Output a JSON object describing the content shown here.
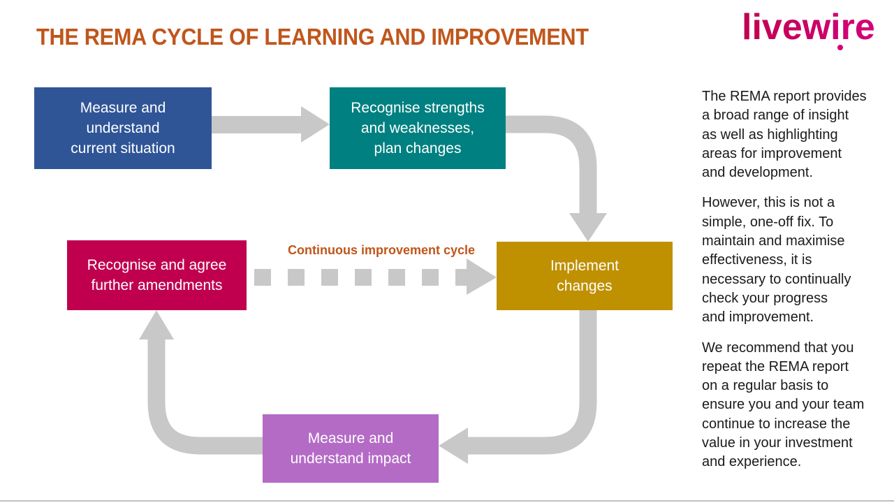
{
  "slide": {
    "title": "THE REMA CYCLE OF LEARNING AND IMPROVEMENT",
    "logo_text": "livewire",
    "colors": {
      "title": "#c0561b",
      "arrow": "#c8c8c8",
      "logo_gradient_start": "#c0004f",
      "logo_gradient_end": "#d4007a"
    }
  },
  "diagram": {
    "steps": [
      {
        "id": "measure",
        "lines": [
          "Measure and",
          "understand",
          "current situation"
        ],
        "color": "#2f5597"
      },
      {
        "id": "recognise",
        "lines": [
          "Recognise strengths",
          "and weaknesses,",
          "plan changes"
        ],
        "color": "#008080"
      },
      {
        "id": "implement",
        "lines": [
          "Implement",
          "changes"
        ],
        "color": "#bf9000"
      },
      {
        "id": "impact",
        "lines": [
          "Measure and",
          "understand impact"
        ],
        "color": "#b46bc6"
      },
      {
        "id": "amend",
        "lines": [
          "Recognise and agree",
          "further amendments"
        ],
        "color": "#c0004f"
      }
    ],
    "cycle_label": "Continuous improvement cycle"
  },
  "sidebar": {
    "paragraphs": [
      "The REMA report provides\na broad range  of insight\nas well as highlighting\nareas for improvement\nand development.",
      "However, this is not a\nsimple, one-off fix. To\nmaintain and maximise\neffectiveness, it is\nnecessary to continually\ncheck your progress\nand improvement.",
      "We recommend that you\nrepeat the REMA report\non a regular basis to\nensure you and your team\ncontinue to increase the\nvalue in your investment\nand experience."
    ]
  }
}
